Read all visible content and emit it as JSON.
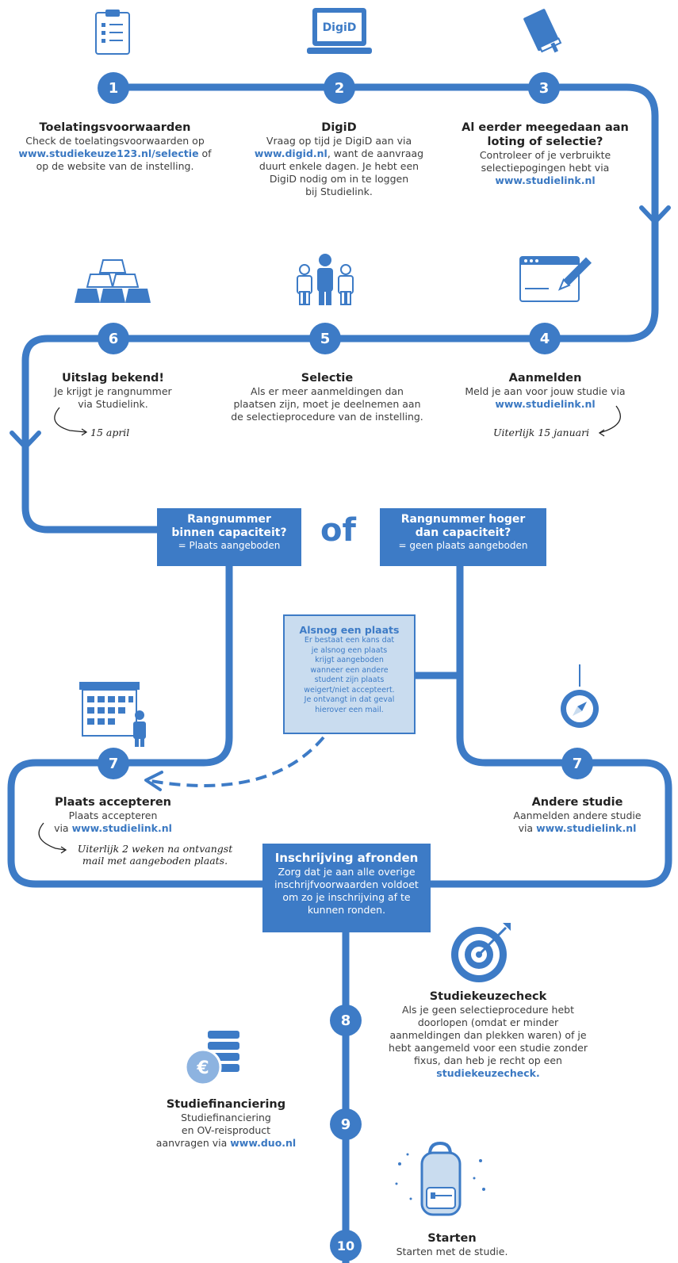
{
  "steps": {
    "s1": {
      "number": "1",
      "title": "Toelatingsvoorwaarden",
      "text": "Check de toelatingsvoorwaarden op",
      "link": "www.studiekeuze123.nl/selectie",
      "text2": " of",
      "text3": "op de website van de instelling."
    },
    "s2": {
      "number": "2",
      "title": "DigiD",
      "text": "Vraag op tijd je DigiD aan via",
      "link": "www.digid.nl",
      "text2": ", want de aanvraag",
      "text3": "duurt enkele dagen. Je hebt een",
      "text4": "DigiD nodig om in te loggen",
      "text5": "bij Studielink."
    },
    "s3": {
      "number": "3",
      "title": "Al eerder meegedaan aan",
      "title2": "loting of selectie?",
      "text": "Controleer of je verbruikte",
      "text2": "selectiepogingen hebt via",
      "link": "www.studielink.nl"
    },
    "s4": {
      "number": "4",
      "title": "Aanmelden",
      "text": "Meld je aan voor jouw studie via",
      "link": "www.studielink.nl",
      "note": "Uiterlijk 15 januari"
    },
    "s5": {
      "number": "5",
      "title": "Selectie",
      "text": "Als er meer aanmeldingen dan",
      "text2": "plaatsen zijn, moet je deelnemen aan",
      "text3": "de selectieprocedure van de instelling."
    },
    "s6": {
      "number": "6",
      "title": "Uitslag bekend!",
      "text": "Je krijgt je rangnummer",
      "text2": "via Studielink.",
      "note": "15 april"
    },
    "s7a": {
      "number": "7",
      "title": "Plaats accepteren",
      "text": "Plaats accepteren",
      "text2": "via ",
      "link": "www.studielink.nl",
      "note": "Uiterlijk 2 weken na ontvangst",
      "note2": "mail met aangeboden plaats."
    },
    "s7b": {
      "number": "7",
      "title": "Andere studie",
      "text": "Aanmelden andere studie",
      "text2": "via ",
      "link": "www.studielink.nl"
    },
    "s8": {
      "number": "8",
      "title": "Studiekeuzecheck",
      "text": "Als je geen selectieprocedure hebt",
      "text2": "doorlopen (omdat er minder",
      "text3": "aanmeldingen dan plekken waren) of je",
      "text4": "hebt aangemeld voor een studie zonder",
      "text5": "fixus, dan heb je recht op een",
      "link": "studiekeuzecheck."
    },
    "s9": {
      "number": "9",
      "title": "Studiefinanciering",
      "text": "Studiefinanciering",
      "text2": "en OV-reisproduct",
      "text3": "aanvragen via ",
      "link": "www.duo.nl"
    },
    "s10": {
      "number": "10",
      "title": "Starten",
      "text": "Starten met de studie."
    }
  },
  "boxes": {
    "binnen": {
      "title": "Rangnummer",
      "title2": "binnen capaciteit?",
      "sub": "= Plaats aangeboden"
    },
    "hoger": {
      "title": "Rangnummer hoger",
      "title2": "dan capaciteit?",
      "sub": "= geen plaats aangeboden"
    },
    "of": "of",
    "alsnog": {
      "title": "Alsnog een plaats",
      "l1": "Er bestaat een kans dat",
      "l2": "je alsnog een plaats",
      "l3": "krijgt aangeboden",
      "l4": "wanneer een andere",
      "l5": "student zijn plaats",
      "l6": "weigert/niet accepteert.",
      "l7": "Je ontvangt in dat geval",
      "l8": "hierover een mail."
    },
    "inschrijving": {
      "title": "Inschrijving afronden",
      "l1": "Zorg dat je aan alle overige",
      "l2": "inschrijfvoorwaarden voldoet",
      "l3": "om zo je inschrijving af te",
      "l4": "kunnen ronden."
    }
  },
  "icons": {
    "laptop_label": "DigiD",
    "euro": "€"
  },
  "colors": {
    "accent": "#3d7bc6",
    "light": "#c9dcef",
    "dark_line": "#2f6ab4"
  }
}
